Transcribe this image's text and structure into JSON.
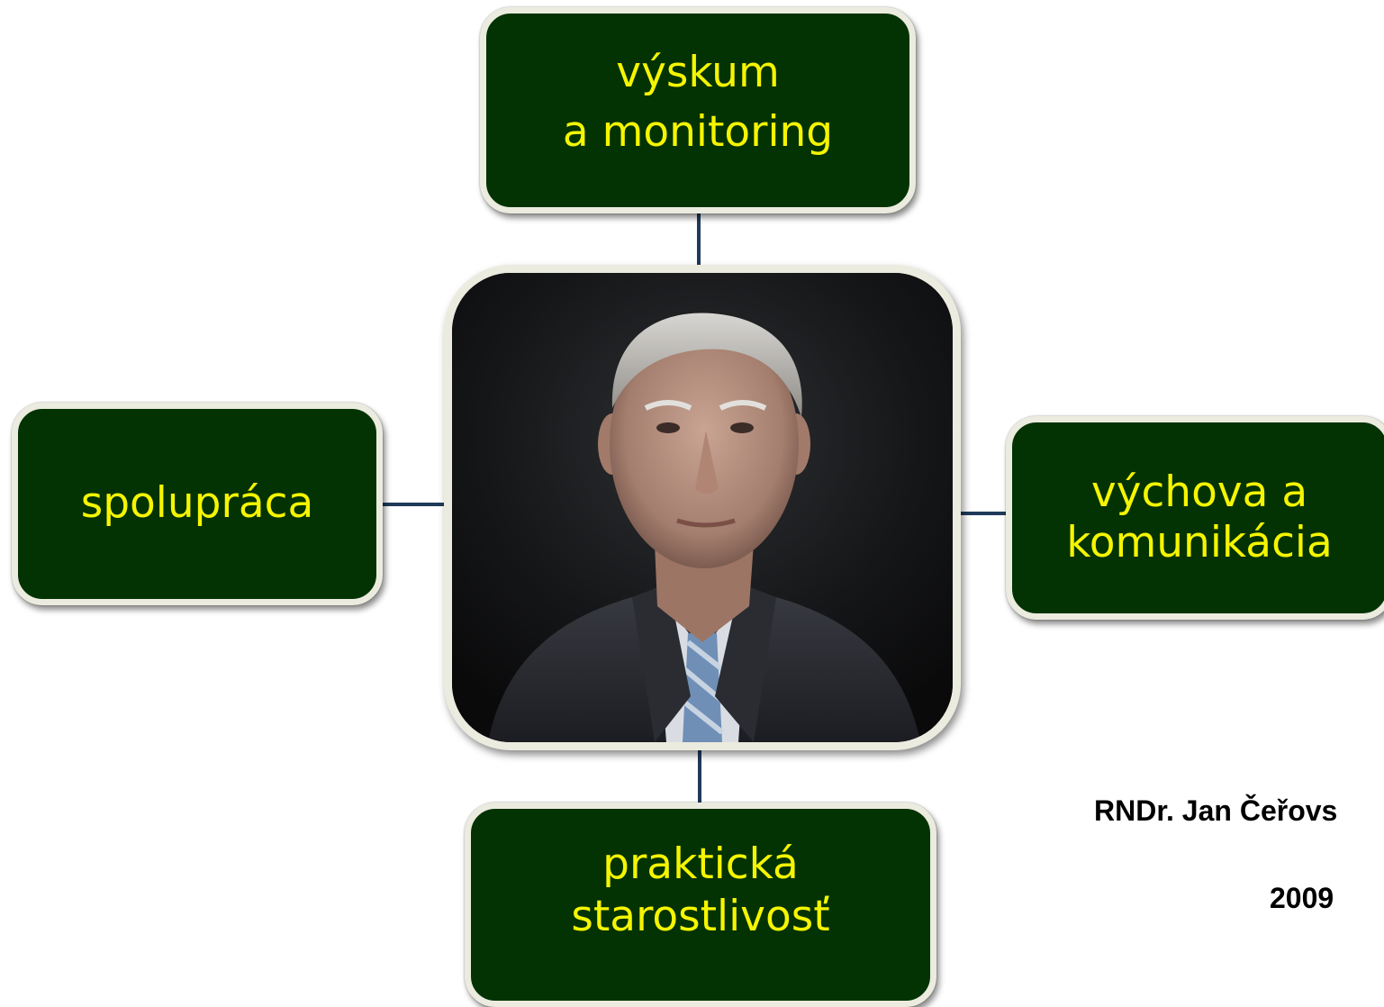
{
  "nodes": {
    "top": {
      "line1": "výskum",
      "line2": "a monitoring"
    },
    "left": {
      "line1": "spolupráca"
    },
    "right": {
      "line1": "výchova a",
      "line2": "komunikácia"
    },
    "bottom": {
      "line1": "praktická",
      "line2": "starostlivosť"
    }
  },
  "center": {
    "image": "portrait-of-elderly-man-in-suit"
  },
  "caption": {
    "name": "RNDr. Jan Čeřovs",
    "year": "2009"
  },
  "colors": {
    "node_fill": "#033303",
    "node_border": "#ecebdf",
    "node_text": "#f5f500",
    "connector": "#1f3a5a",
    "caption_text": "#000000"
  }
}
